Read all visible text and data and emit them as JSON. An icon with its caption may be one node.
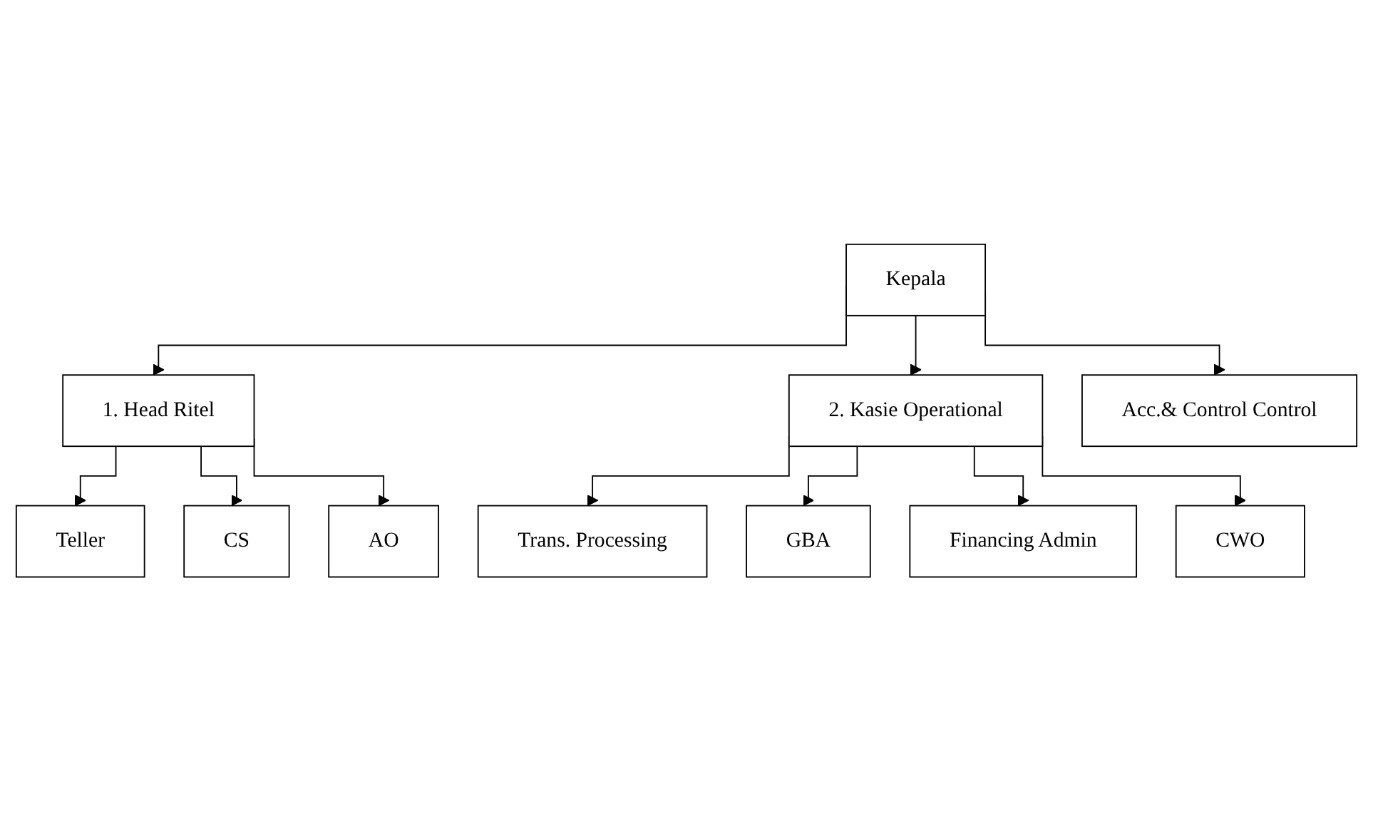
{
  "diagram": {
    "nodes": [
      {
        "text": [
          "Kepala"
        ]
      },
      {
        "text": [
          "1. Head Ritel"
        ]
      },
      {
        "text": [
          "2. Kasie Operational"
        ]
      },
      {
        "text": [
          "Acc.& Control Control"
        ]
      },
      {
        "text": [
          "Teller"
        ]
      },
      {
        "text": [
          "CS"
        ]
      },
      {
        "text": [
          "AO"
        ]
      },
      {
        "text": [
          "Trans. Processing"
        ]
      },
      {
        "text": [
          "GBA"
        ]
      },
      {
        "text": [
          "Financing Admin"
        ]
      },
      {
        "text": [
          "CWO"
        ]
      }
    ],
    "edges": [
      {
        "from": 0,
        "to": 1,
        "arrow": "to"
      },
      {
        "from": 0,
        "to": 2,
        "arrow": "to"
      },
      {
        "from": 0,
        "to": 3,
        "arrow": "to"
      },
      {
        "from": 1,
        "to": 4,
        "arrow": "to"
      },
      {
        "from": 1,
        "to": 5,
        "arrow": "to"
      },
      {
        "from": 1,
        "to": 6,
        "arrow": "to"
      },
      {
        "from": 2,
        "to": 7,
        "arrow": "to"
      },
      {
        "from": 2,
        "to": 8,
        "arrow": "to"
      },
      {
        "from": 2,
        "to": 9,
        "arrow": "to"
      },
      {
        "from": 2,
        "to": 10,
        "arrow": "to"
      }
    ]
  }
}
